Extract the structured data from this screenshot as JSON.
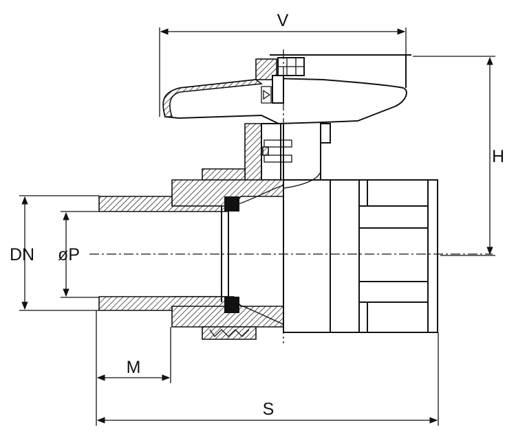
{
  "labels": {
    "V": "V",
    "H": "H",
    "DN": "DN",
    "P": "øP",
    "M": "M",
    "S": "S"
  },
  "colors": {
    "line": "#111111",
    "background": "#ffffff"
  }
}
